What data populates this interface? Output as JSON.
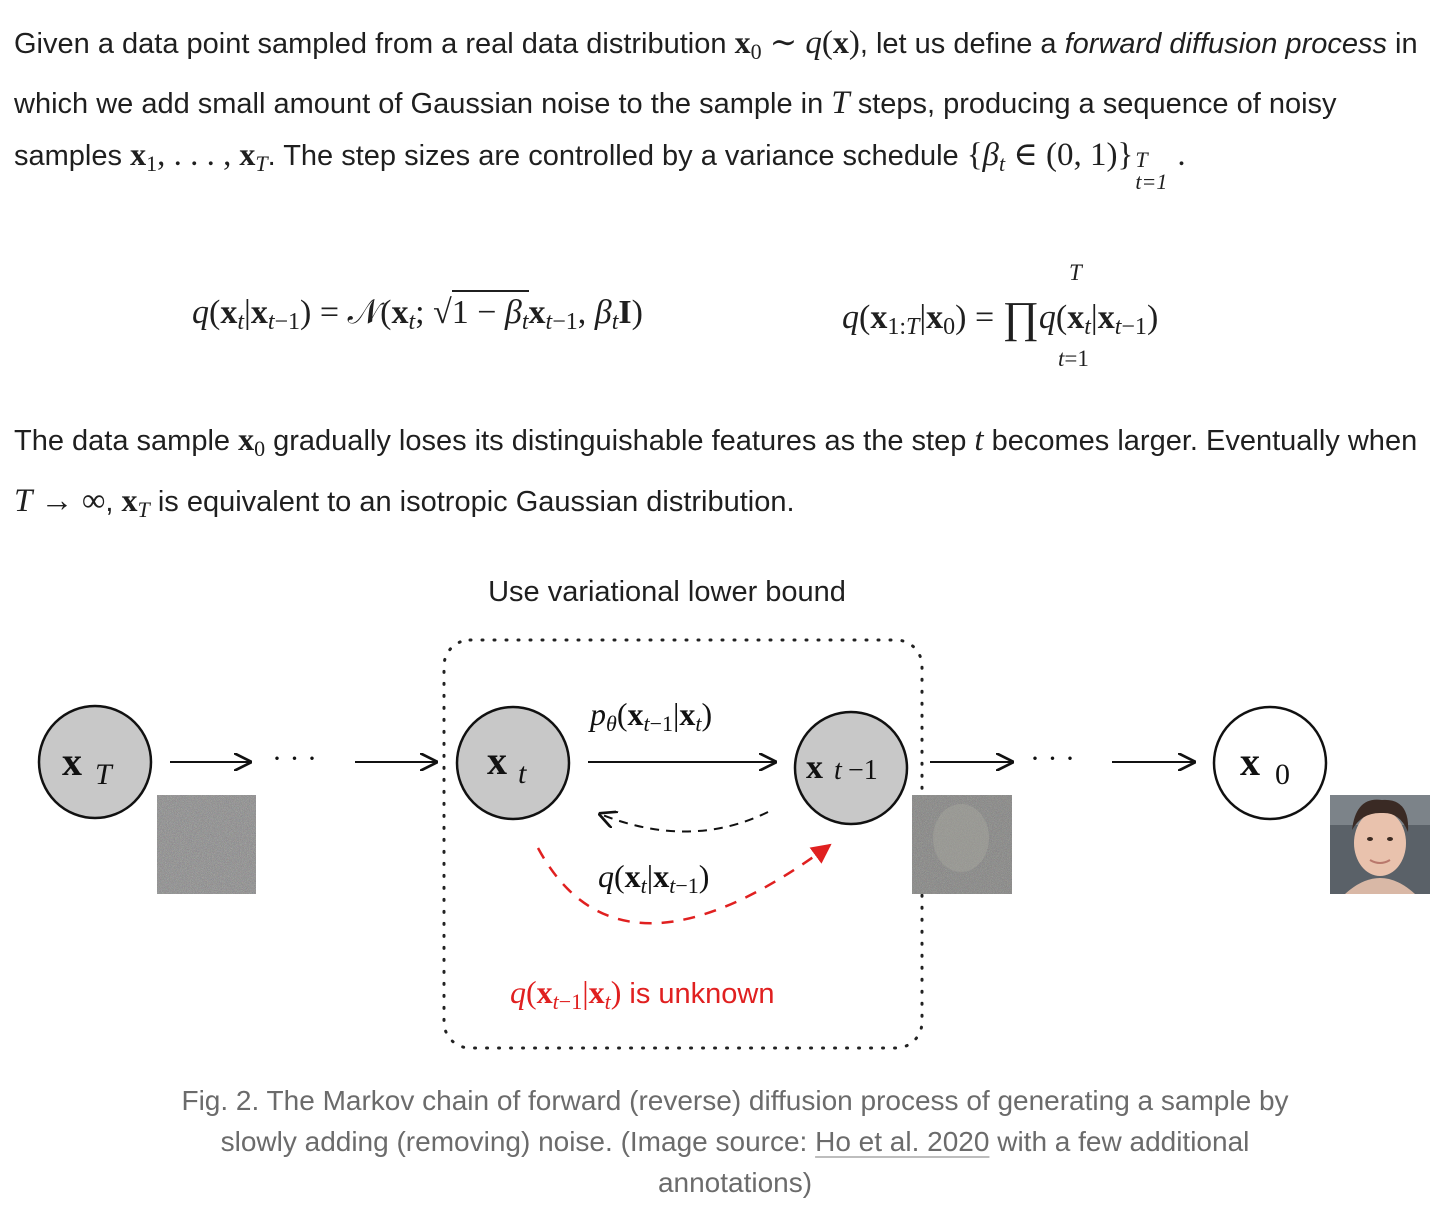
{
  "paragraph1": {
    "t1": "Given a data point sampled from a real data distribution",
    "t2": ", let us define a",
    "t3": "forward diffusion process",
    "t4": "in which we add small amount of Gaussian noise to the sample in",
    "t5": "steps, producing a sequence of noisy samples",
    "t6": ". The step sizes are controlled by a variance schedule"
  },
  "paragraph2": {
    "t1": "The data sample",
    "t2": "gradually loses its distinguishable features as the step",
    "t3": "becomes larger. Eventually when",
    "t4": ",",
    "t5": "is equivalent to an isotropic Gaussian distribution."
  },
  "figure": {
    "box_label": "Use variational lower bound",
    "unknown_suffix": "is unknown",
    "colors": {
      "node_gray": "#c8c8c8",
      "red": "#e02020",
      "caption": "#6b6b6b"
    }
  },
  "caption": {
    "text1": "Fig. 2. The Markov chain of forward (reverse) diffusion process of generating a sample by slowly adding (removing) noise. (Image source:",
    "link": "Ho et al. 2020",
    "text2": "with a few additional annotations)"
  }
}
